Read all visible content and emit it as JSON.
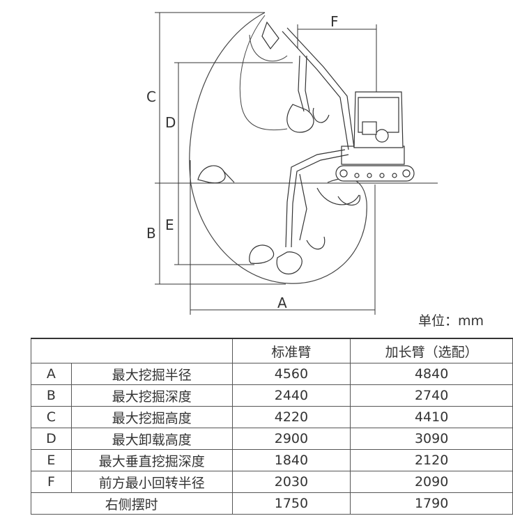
{
  "diagram": {
    "labels": {
      "a": "A",
      "b": "B",
      "c": "C",
      "d": "D",
      "e": "E",
      "f": "F"
    }
  },
  "unit": "单位：mm",
  "table": {
    "headers": [
      "",
      "标准臂",
      "加长臂（选配）"
    ],
    "rows": [
      {
        "code": "A",
        "item": "最大挖掘半径",
        "standard": "4560",
        "extended": "4840"
      },
      {
        "code": "B",
        "item": "最大挖掘深度",
        "standard": "2440",
        "extended": "2740"
      },
      {
        "code": "C",
        "item": "最大挖掘高度",
        "standard": "4220",
        "extended": "4410"
      },
      {
        "code": "D",
        "item": "最大卸载高度",
        "standard": "2900",
        "extended": "3090"
      },
      {
        "code": "E",
        "item": "最大垂直挖掘深度",
        "standard": "1840",
        "extended": "2120"
      },
      {
        "code": "F",
        "item": "前方最小回转半径",
        "standard": "2030",
        "extended": "2090"
      }
    ],
    "last_row": {
      "item": "右侧摆时",
      "standard": "1750",
      "extended": "1790"
    }
  }
}
